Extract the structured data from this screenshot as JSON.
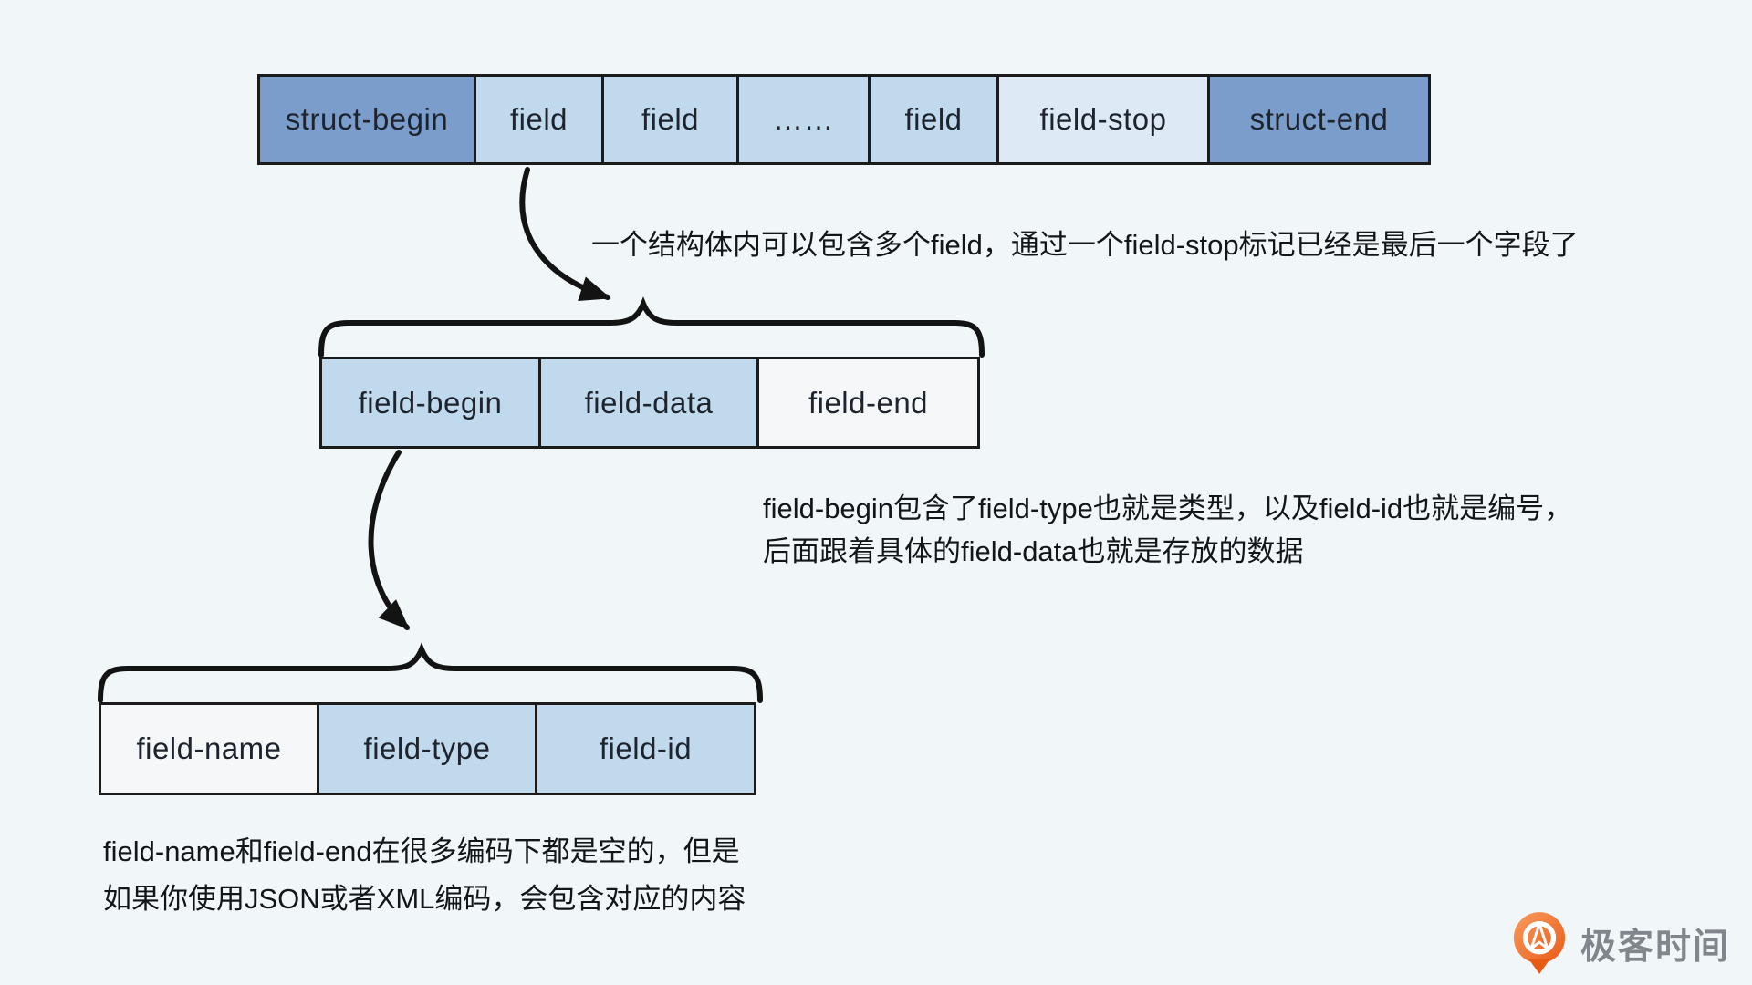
{
  "diagram": {
    "description": "thrift-struct-encoding-diagram",
    "rows": [
      {
        "name": "struct-encoding-row",
        "cells": [
          {
            "label": "struct-begin",
            "variant": "dark"
          },
          {
            "label": "field",
            "variant": "light"
          },
          {
            "label": "field",
            "variant": "light"
          },
          {
            "label": "……",
            "variant": "light"
          },
          {
            "label": "field",
            "variant": "light"
          },
          {
            "label": "field-stop",
            "variant": "lighter"
          },
          {
            "label": "struct-end",
            "variant": "dark"
          }
        ]
      },
      {
        "name": "field-encoding-row",
        "cells": [
          {
            "label": "field-begin",
            "variant": "light"
          },
          {
            "label": "field-data",
            "variant": "light"
          },
          {
            "label": "field-end",
            "variant": "white"
          }
        ]
      },
      {
        "name": "field-begin-encoding-row",
        "cells": [
          {
            "label": "field-name",
            "variant": "white"
          },
          {
            "label": "field-type",
            "variant": "light"
          },
          {
            "label": "field-id",
            "variant": "light"
          }
        ]
      }
    ],
    "notes": {
      "note1": "一个结构体内可以包含多个field，通过一个field-stop标记已经是最后一个字段了",
      "note2_line1": "field-begin包含了field-type也就是类型，以及field-id也就是编号，",
      "note2_line2": "后面跟着具体的field-data也就是存放的数据",
      "note3_line1": "field-name和field-end在很多编码下都是空的，但是",
      "note3_line2": "如果你使用JSON或者XML编码，会包含对应的内容"
    },
    "colors": {
      "background": "#f1f6f9",
      "box_dark_blue": "#7b9dcb",
      "box_light_blue": "#c0d9ec",
      "box_lighter_blue": "#dde9f4",
      "box_white": "#f5f7f9",
      "line_stroke": "#131313",
      "logo_orange": "#ea5a17",
      "logo_text_gray": "#81868c"
    },
    "logo": {
      "brand_text": "极客时间"
    }
  }
}
